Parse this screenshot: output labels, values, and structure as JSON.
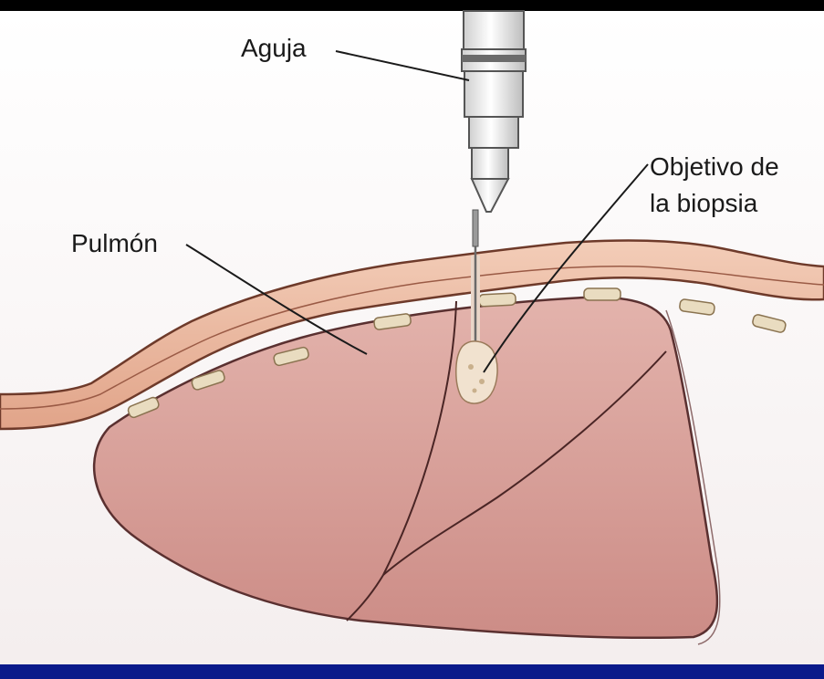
{
  "labels": {
    "needle": "Aguja",
    "lung": "Pulmón",
    "target_line1": "Objetivo de",
    "target_line2": "la biopsia"
  },
  "colors": {
    "frame": "#000000",
    "background": "#ffffff",
    "skin": "#e8b49a",
    "skin_edge": "#6e3a2a",
    "lung": "#d59a93",
    "lung_edge": "#5a3030",
    "rib": "#e9dcc0",
    "tissue": "#f1e2cf",
    "needle_body": "#f4f4f4",
    "bottom_band": "#0a1a8a"
  },
  "icons": [
    "syringe-needle-icon"
  ]
}
